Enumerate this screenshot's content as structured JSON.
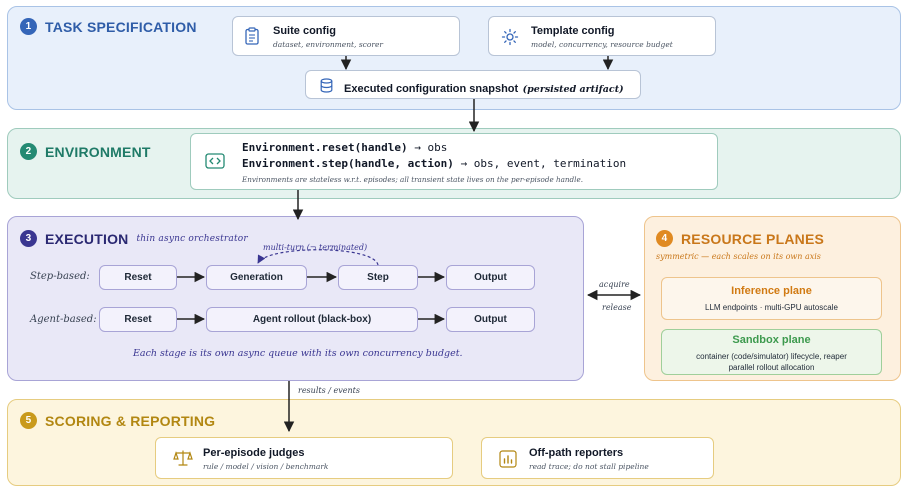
{
  "panels": {
    "task": {
      "number": "1",
      "title": "TASK SPECIFICATION",
      "suite": {
        "title": "Suite config",
        "subtitle": "dataset, environment, scorer"
      },
      "template": {
        "title": "Template config",
        "subtitle": "model, concurrency, resource budget"
      },
      "snapshot": {
        "title": "Executed configuration snapshot",
        "note": "(persisted artifact)"
      }
    },
    "environment": {
      "number": "2",
      "title": "ENVIRONMENT",
      "reset_call": "Environment.reset(handle)",
      "reset_ret": " → obs",
      "step_call": "Environment.step(handle, action)",
      "step_ret": " → obs, event, termination",
      "note": "Environments are stateless w.r.t. episodes; all transient state lives on the per-episode handle."
    },
    "execution": {
      "number": "3",
      "title": "EXECUTION",
      "subtitle": "thin async orchestrator",
      "loop_label": "multi-turn (¬ terminated)",
      "step_row": {
        "label": "Step-based:",
        "reset": "Reset",
        "generation": "Generation",
        "step": "Step",
        "output": "Output"
      },
      "agent_row": {
        "label": "Agent-based:",
        "reset": "Reset",
        "rollout": "Agent rollout (black-box)",
        "output": "Output"
      },
      "note": "Each stage is its own async queue with its own concurrency budget."
    },
    "resources": {
      "number": "4",
      "title": "RESOURCE PLANES",
      "subtitle": "symmetric — each scales on its own axis",
      "inference": {
        "title": "Inference plane",
        "desc": "LLM endpoints · multi-GPU autoscale"
      },
      "sandbox": {
        "title": "Sandbox plane",
        "desc1": "container (code/simulator) lifecycle, reaper",
        "desc2": "parallel rollout allocation"
      },
      "acquire": "acquire",
      "release": "release"
    },
    "scoring": {
      "number": "5",
      "title": "SCORING & REPORTING",
      "arrow_label": "results / events",
      "judges": {
        "title": "Per-episode judges",
        "subtitle": "rule / model / vision / benchmark"
      },
      "reporters": {
        "title": "Off-path reporters",
        "subtitle": "read trace; do not stall pipeline"
      }
    }
  },
  "colors": {
    "task": "#3566b8",
    "environment": "#248a73",
    "execution": "#3a3691",
    "resources": "#e08a22",
    "scoring": "#c99a1c",
    "inference": "#e08a22",
    "sandbox": "#3d9a4e"
  },
  "icons": [
    "clipboard-icon",
    "gear-icon",
    "database-icon",
    "code-icon",
    "scales-icon",
    "bar-chart-icon"
  ]
}
